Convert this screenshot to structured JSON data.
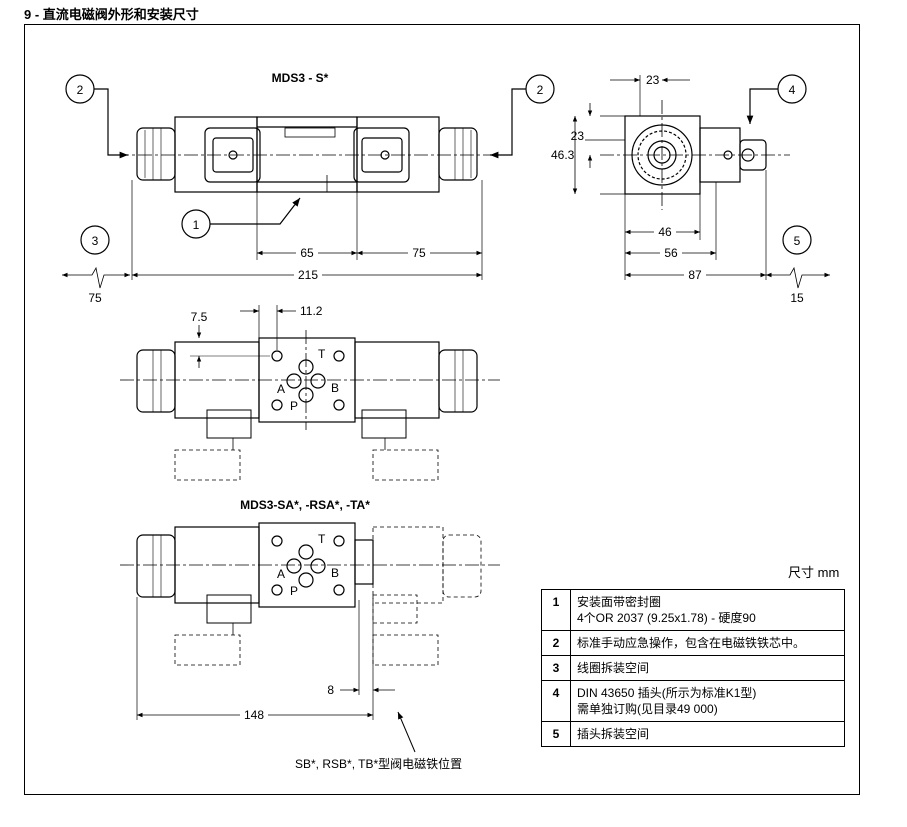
{
  "heading": "9 - 直流电磁阀外形和安装尺寸",
  "view1": {
    "title": "MDS3 - S*",
    "balloons": [
      "2",
      "1",
      "2",
      "3"
    ],
    "dims": {
      "d65": "65",
      "d75": "75",
      "d215": "215",
      "d75b": "75"
    }
  },
  "view2": {
    "balloons": [
      "4",
      "5"
    ],
    "dims": {
      "d23a": "23",
      "d23b": "23",
      "d46_3": "46.3",
      "d46": "46",
      "d56": "56",
      "d87": "87",
      "d15": "15"
    }
  },
  "view3": {
    "dims": {
      "d7_5": "7.5",
      "d11_2": "11.2"
    },
    "ports": {
      "t": "T",
      "a": "A",
      "b": "B",
      "p": "P"
    }
  },
  "view4": {
    "title": "MDS3-SA*, -RSA*, -TA*",
    "dims": {
      "d8": "8",
      "d148": "148"
    },
    "ports": {
      "t": "T",
      "a": "A",
      "b": "B",
      "p": "P"
    },
    "note": "SB*, RSB*, TB*型阀电磁铁位置"
  },
  "unit_label": "尺寸  mm",
  "legend": [
    {
      "num": "1",
      "line1": "安装面带密封圈",
      "line2": "4个OR 2037 (9.25x1.78) - 硬度90"
    },
    {
      "num": "2",
      "line1": "标准手动应急操作，包含在电磁铁铁芯中。",
      "line2": ""
    },
    {
      "num": "3",
      "line1": "线圈拆装空间",
      "line2": ""
    },
    {
      "num": "4",
      "line1": "DIN 43650 插头(所示为标准K1型)",
      "line2": "需单独订购(见目录49 000)"
    },
    {
      "num": "5",
      "line1": "插头拆装空间",
      "line2": ""
    }
  ]
}
